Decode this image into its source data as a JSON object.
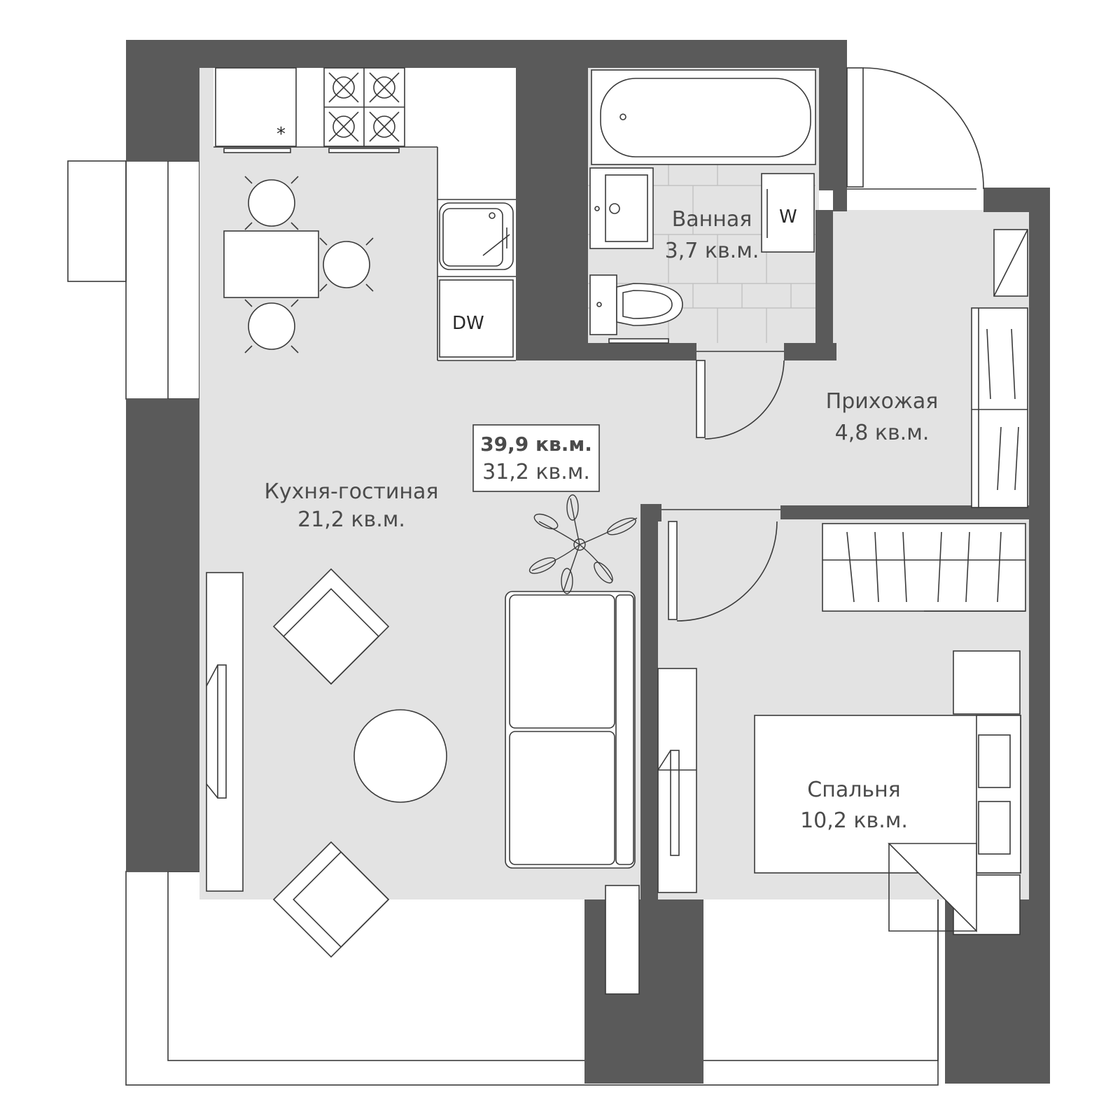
{
  "plan": {
    "total_area": "39,9 кв.м.",
    "living_area": "31,2 кв.м."
  },
  "rooms": {
    "kitchen_living": {
      "name": "Кухня-гостиная",
      "area": "21,2 кв.м."
    },
    "bathroom": {
      "name": "Ванная",
      "area": "3,7 кв.м."
    },
    "hallway": {
      "name": "Прихожая",
      "area": "4,8 кв.м."
    },
    "bedroom": {
      "name": "Спальня",
      "area": "10,2 кв.м."
    }
  },
  "appliances": {
    "dishwasher": "DW",
    "washer": "W",
    "fridge_mark": "*"
  },
  "colors": {
    "wall": "#5a5a5a",
    "floor": "#e3e3e3",
    "line": "#3a3a3a"
  }
}
